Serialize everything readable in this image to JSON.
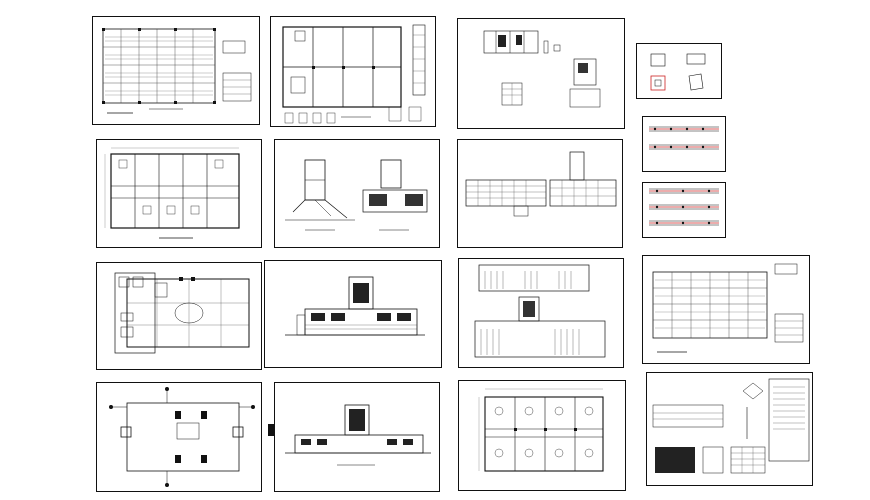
{
  "canvas": {
    "background": "#ffffff",
    "line_color": "#111111",
    "accent_color": "#cc2222"
  },
  "sheets": [
    {
      "id": "s1",
      "content": "structural-grid-plan"
    },
    {
      "id": "s2",
      "content": "floor-plan-with-details"
    },
    {
      "id": "s3",
      "content": "construction-details"
    },
    {
      "id": "s4",
      "content": "small-details"
    },
    {
      "id": "s5",
      "content": "beam-details-red"
    },
    {
      "id": "s6",
      "content": "floor-plan-dimensioned"
    },
    {
      "id": "s7",
      "content": "sections-stair"
    },
    {
      "id": "s8",
      "content": "elevations-pair"
    },
    {
      "id": "s9",
      "content": "beam-details-red-2"
    },
    {
      "id": "s10",
      "content": "site-plan-with-furniture"
    },
    {
      "id": "s11",
      "content": "front-elevation"
    },
    {
      "id": "s12",
      "content": "elevations-stacked"
    },
    {
      "id": "s13",
      "content": "structural-grid-plan-2"
    },
    {
      "id": "s14",
      "content": "foundation-plan"
    },
    {
      "id": "s15",
      "content": "front-elevation-2"
    },
    {
      "id": "s16",
      "content": "floor-plan-furnished"
    },
    {
      "id": "s17",
      "content": "detail-sheet-with-tables"
    }
  ]
}
